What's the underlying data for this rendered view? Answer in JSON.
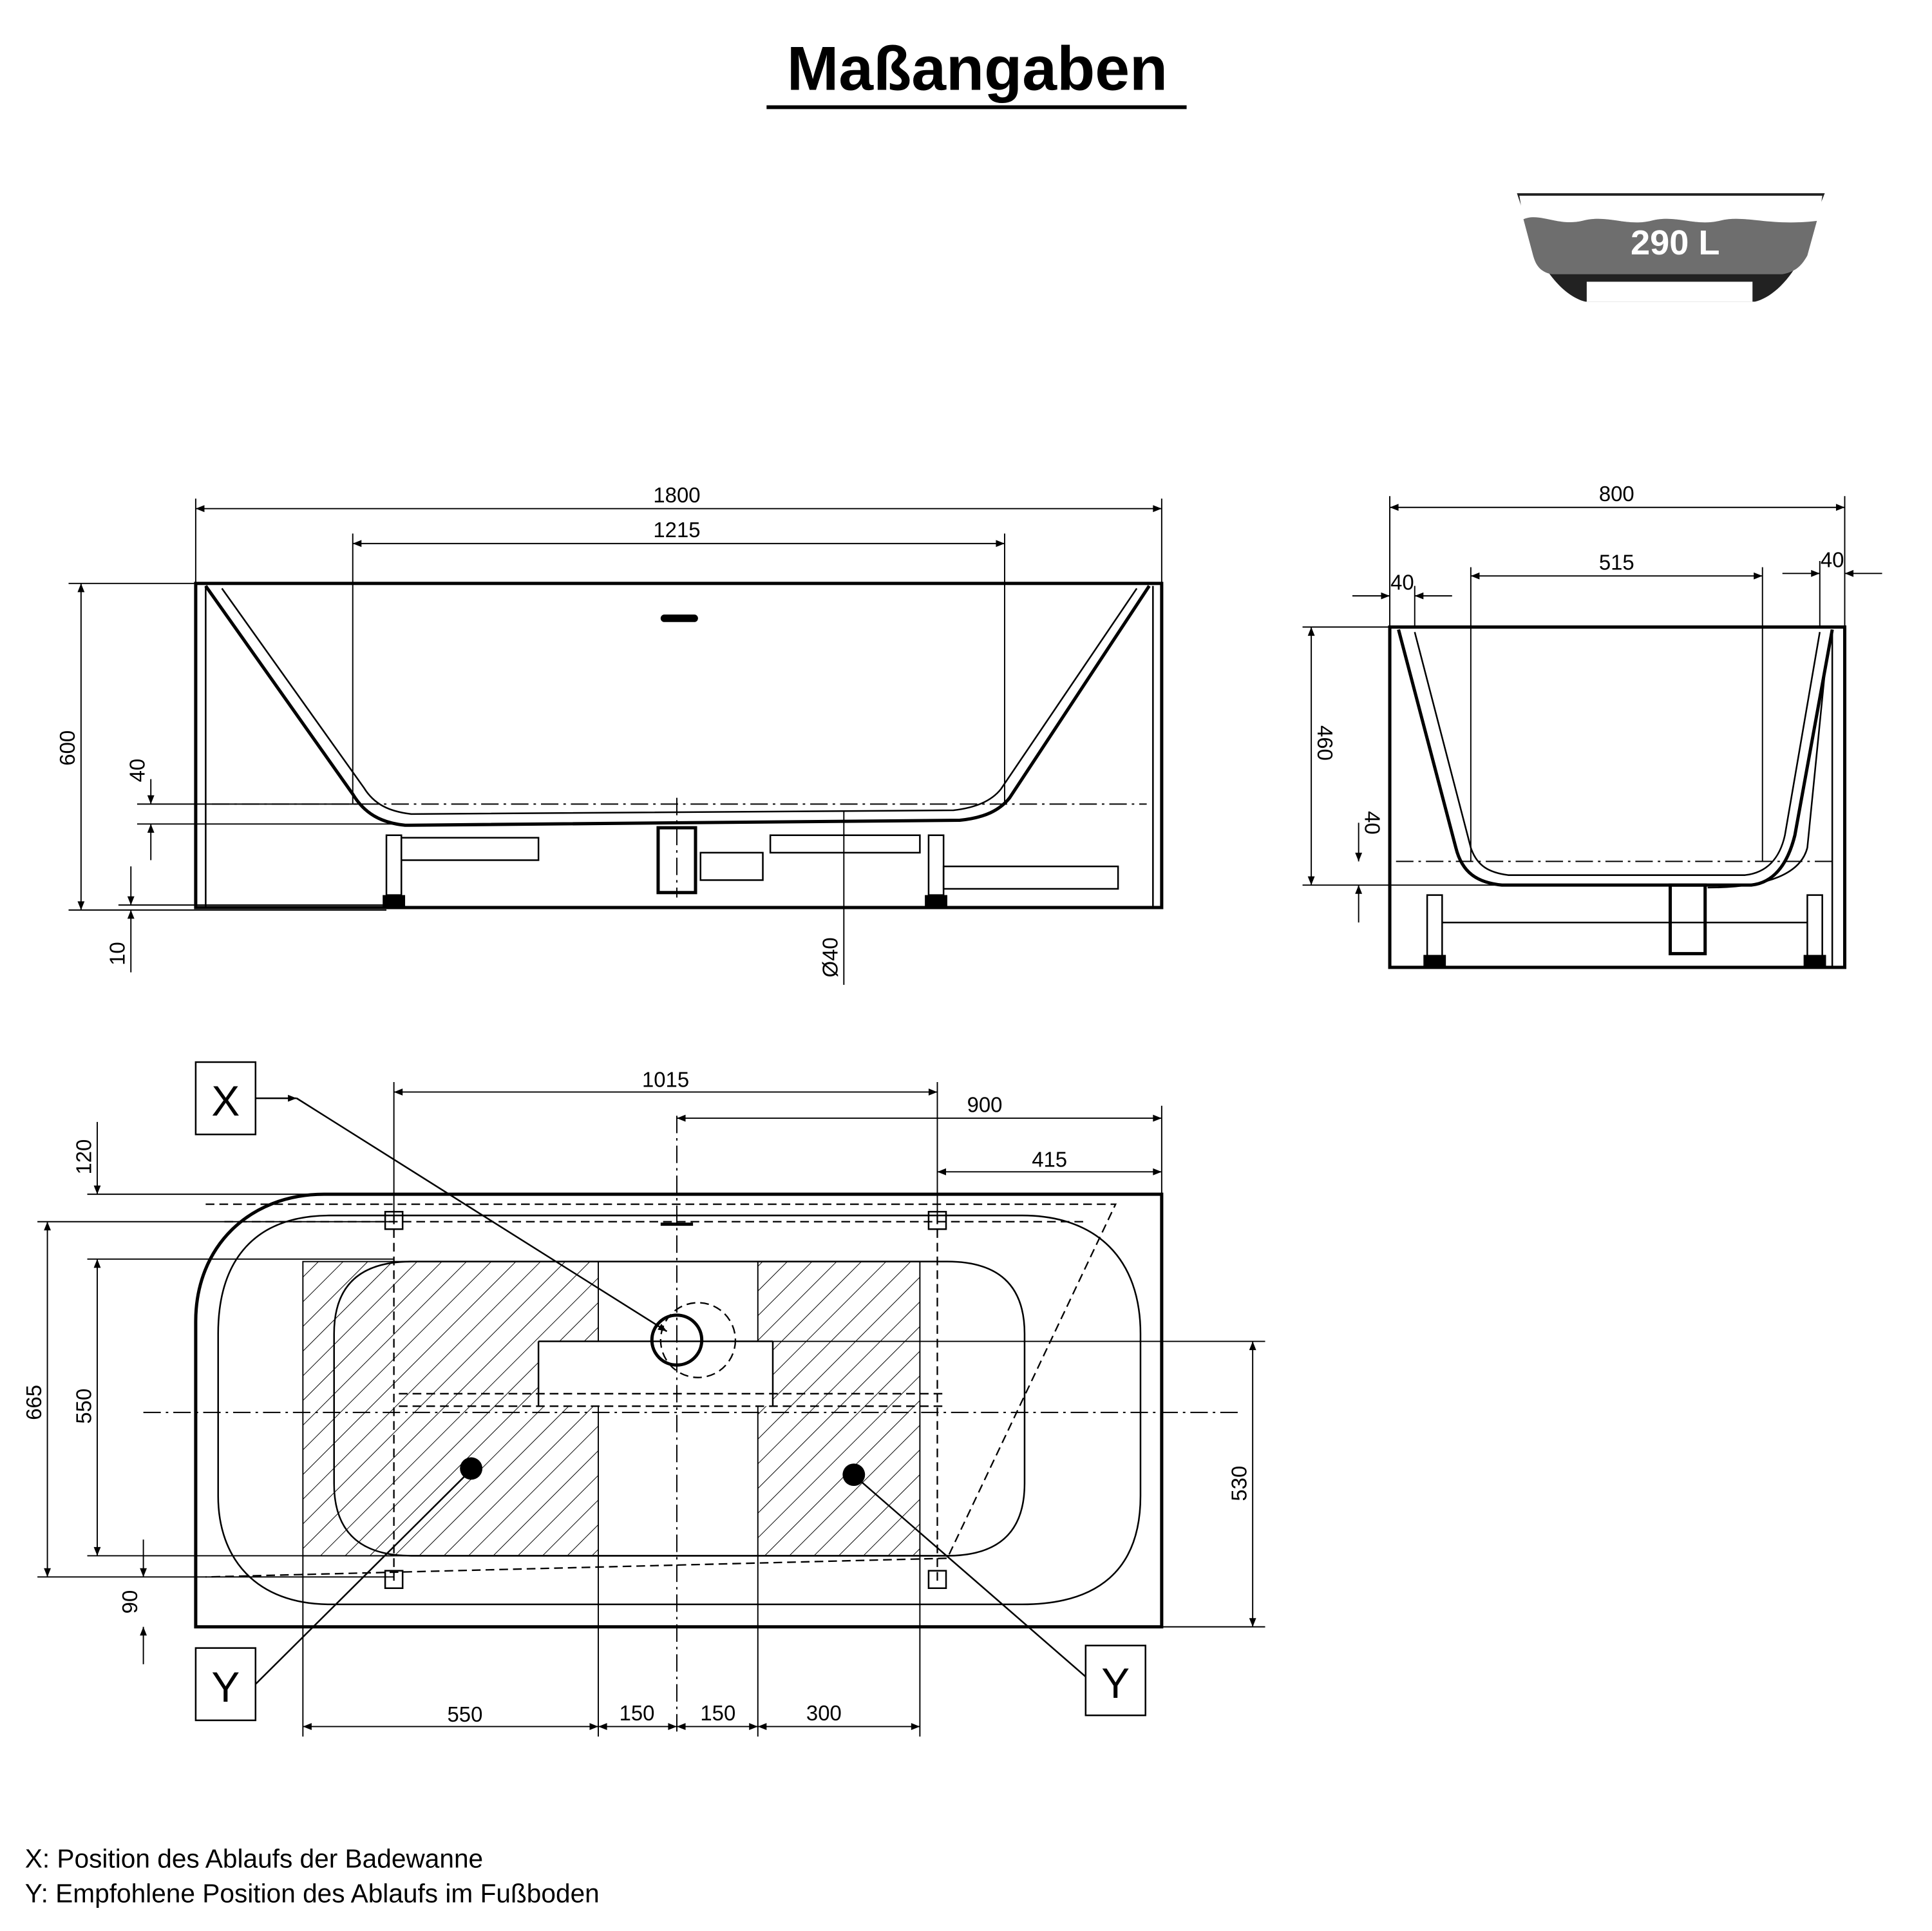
{
  "title": "Maßangaben",
  "volume": {
    "label": "290 L",
    "water_color": "#6e6e6e"
  },
  "front_view": {
    "dims": {
      "length": "1800",
      "inner_length": "1215",
      "height": "600",
      "floor": "40",
      "feet": "10",
      "drain": "Ø40"
    }
  },
  "side_view": {
    "dims": {
      "width": "800",
      "inner_width": "515",
      "rim_left": "40",
      "rim_right": "40",
      "depth": "460",
      "floor": "40"
    }
  },
  "top_view": {
    "dims": {
      "d1015": "1015",
      "d900": "900",
      "d415": "415",
      "d120": "120",
      "d665": "665",
      "d550v": "550",
      "d90": "90",
      "d530": "530",
      "b550": "550",
      "b150a": "150",
      "b150b": "150",
      "b300": "300"
    },
    "markers": {
      "x": "X",
      "y1": "Y",
      "y2": "Y"
    }
  },
  "legend": [
    "X: Position des Ablaufs der Badewanne",
    "Y: Empfohlene Position des Ablaufs im Fußboden"
  ]
}
